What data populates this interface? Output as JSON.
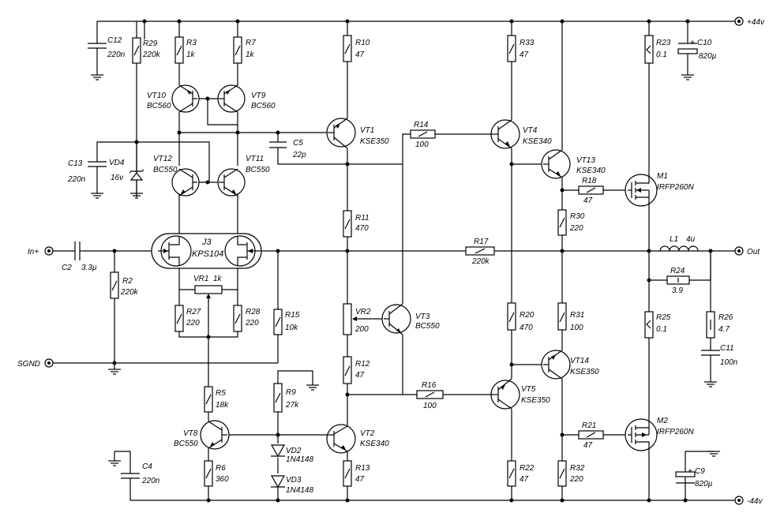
{
  "terminals": {
    "vpos": "+44v",
    "vneg": "-44v",
    "in": "In+",
    "out": "Out",
    "sgnd": "SGND"
  },
  "resistors": [
    {
      "ref": "R29",
      "val": "220k"
    },
    {
      "ref": "R3",
      "val": "1k"
    },
    {
      "ref": "R7",
      "val": "1k"
    },
    {
      "ref": "R10",
      "val": "47"
    },
    {
      "ref": "R33",
      "val": "47"
    },
    {
      "ref": "R23",
      "val": "0.1"
    },
    {
      "ref": "R14",
      "val": "100"
    },
    {
      "ref": "R18",
      "val": "47"
    },
    {
      "ref": "R30",
      "val": "220"
    },
    {
      "ref": "R11",
      "val": "470"
    },
    {
      "ref": "R17",
      "val": "220k"
    },
    {
      "ref": "R2",
      "val": "220k"
    },
    {
      "ref": "R27",
      "val": "220"
    },
    {
      "ref": "R28",
      "val": "220"
    },
    {
      "ref": "R15",
      "val": "10k"
    },
    {
      "ref": "R20",
      "val": "470"
    },
    {
      "ref": "R31",
      "val": "100"
    },
    {
      "ref": "R25",
      "val": "0.1"
    },
    {
      "ref": "R26",
      "val": "4.7"
    },
    {
      "ref": "R24",
      "val": "3.9"
    },
    {
      "ref": "R12",
      "val": "47"
    },
    {
      "ref": "R16",
      "val": "100"
    },
    {
      "ref": "R5",
      "val": "18k"
    },
    {
      "ref": "R9",
      "val": "27k"
    },
    {
      "ref": "R6",
      "val": "360"
    },
    {
      "ref": "R13",
      "val": "47"
    },
    {
      "ref": "R22",
      "val": "47"
    },
    {
      "ref": "R21",
      "val": "47"
    },
    {
      "ref": "R32",
      "val": "220"
    }
  ],
  "pots": [
    {
      "ref": "VR1",
      "val": "1k"
    },
    {
      "ref": "VR2",
      "val": "200"
    }
  ],
  "capacitors": [
    {
      "ref": "C12",
      "val": "220n"
    },
    {
      "ref": "C10",
      "val": "820µ"
    },
    {
      "ref": "C5",
      "val": "22p"
    },
    {
      "ref": "C13",
      "val": "220n"
    },
    {
      "ref": "C2",
      "val": "3.3µ"
    },
    {
      "ref": "C11",
      "val": "100n"
    },
    {
      "ref": "C4",
      "val": "220n"
    },
    {
      "ref": "C9",
      "val": "820µ"
    }
  ],
  "transistors": [
    {
      "ref": "VT10",
      "val": "BC560"
    },
    {
      "ref": "VT9",
      "val": "BC560"
    },
    {
      "ref": "VT1",
      "val": "KSE350"
    },
    {
      "ref": "VT4",
      "val": "KSE340"
    },
    {
      "ref": "VT13",
      "val": "KSE340"
    },
    {
      "ref": "VT12",
      "val": "BC550"
    },
    {
      "ref": "VT11",
      "val": "BC550"
    },
    {
      "ref": "VT3",
      "val": "BC550"
    },
    {
      "ref": "VT14",
      "val": "KSE350"
    },
    {
      "ref": "VT5",
      "val": "KSE350"
    },
    {
      "ref": "VT8",
      "val": "BC550"
    },
    {
      "ref": "VT2",
      "val": "KSE340"
    }
  ],
  "mosfets": [
    {
      "ref": "M1",
      "val": "IRFP260N"
    },
    {
      "ref": "M2",
      "val": "IRFP260N"
    }
  ],
  "jfet": {
    "ref": "J3",
    "val": "KPS104"
  },
  "diodes": [
    {
      "ref": "VD4",
      "val": "16v"
    },
    {
      "ref": "VD2",
      "val": "1N4148"
    },
    {
      "ref": "VD3",
      "val": "1N4148"
    }
  ],
  "inductor": {
    "ref": "L1",
    "val": "4u"
  },
  "polarity_mark": "+"
}
